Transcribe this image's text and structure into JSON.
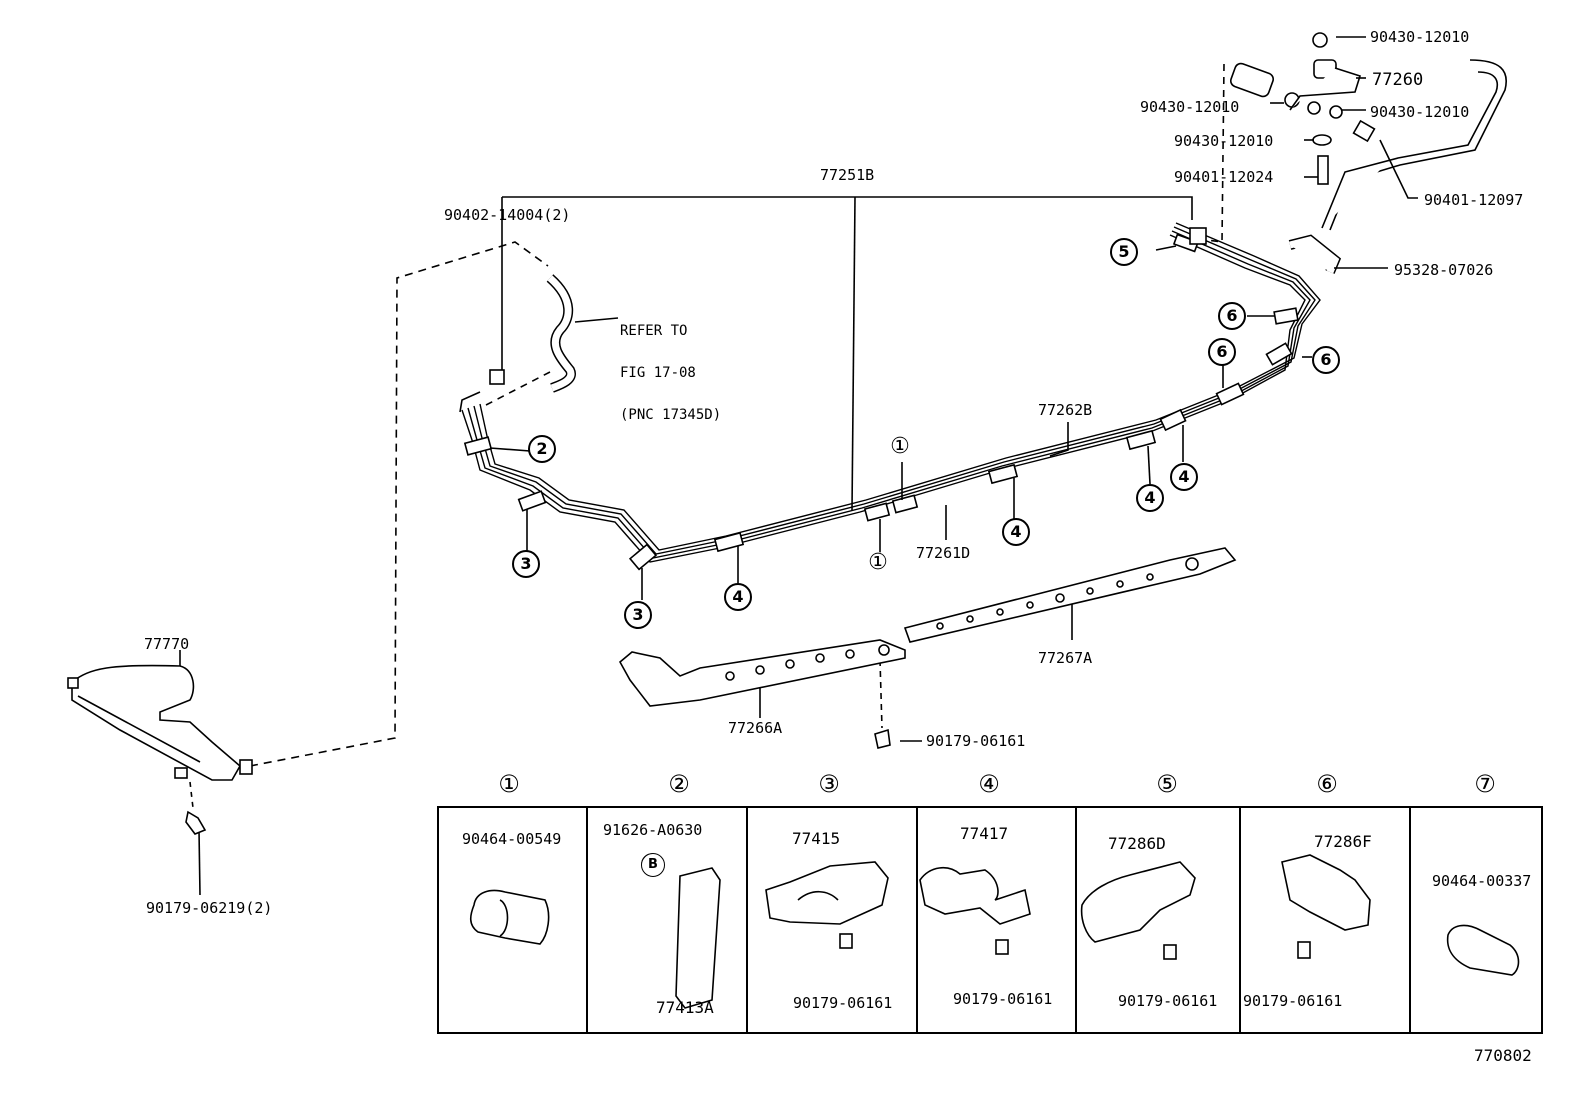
{
  "parts": {
    "p77251B": "77251B",
    "p90402": "90402-14004(2)",
    "p90430_a": "90430-12010",
    "p90430_b": "90430-12010",
    "p90430_c": "90430-12010",
    "p90430_d": "90430-12010",
    "p77260": "77260",
    "p90401_a": "90401-12024",
    "p90401_b": "90401-12097",
    "p95328": "95328-07026",
    "p77262B": "77262B",
    "p77261D": "77261D",
    "p77267A": "77267A",
    "p77266A": "77266A",
    "p90179_main": "90179-06161",
    "p77770": "77770",
    "p90179_b": "90179-06219(2)",
    "drawing_no": "770802"
  },
  "refer_note": [
    "REFER TO",
    "FIG 17-08",
    "(PNC 17345D)"
  ],
  "callouts": {
    "c1a": "①",
    "c1b": "①",
    "c2": "2",
    "c3a": "3",
    "c3b": "3",
    "c4a": "4",
    "c4b": "4",
    "c4c": "4",
    "c4d": "4",
    "c5": "5",
    "c6a": "6",
    "c6b": "6",
    "c6c": "6"
  },
  "detail_table": [
    {
      "header": "①",
      "labels": [
        "90464-00549"
      ]
    },
    {
      "header": "②",
      "labels": [
        "91626-A0630",
        "77413A"
      ],
      "badge": "B"
    },
    {
      "header": "③",
      "labels": [
        "77415",
        "90179-06161"
      ]
    },
    {
      "header": "④",
      "labels": [
        "77417",
        "90179-06161"
      ]
    },
    {
      "header": "⑤",
      "labels": [
        "77286D",
        "90179-06161"
      ]
    },
    {
      "header": "⑥",
      "labels": [
        "77286F",
        "90179-06161"
      ]
    },
    {
      "header": "⑦",
      "labels": [
        "90464-00337"
      ]
    }
  ]
}
